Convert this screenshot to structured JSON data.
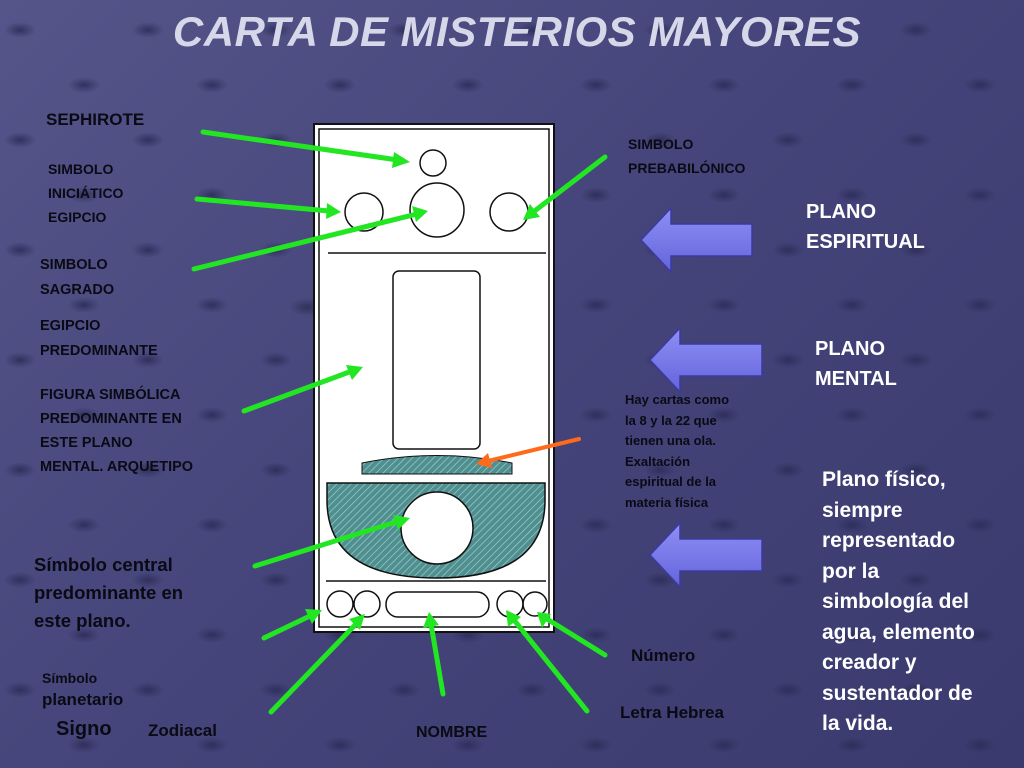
{
  "title": "CARTA DE MISTERIOS MAYORES",
  "labels": {
    "sephirote": "SEPHIROTE",
    "simbolo_iniciatico": "SIMBOLO\nINICIÁTICO\nEGIPCIO",
    "simbolo_sagrado": "SIMBOLO\nSAGRADO",
    "egipcio_predominante": "EGIPCIO\nPREDOMINANTE",
    "figura_simbolica": "FIGURA  SIMBÓLICA\nPREDOMINANTE  EN\nESTE  PLANO\nMENTAL. ARQUETIPO",
    "simbolo_central": "Símbolo central\npredominante en\neste plano.",
    "simbolo_planetario_small": "Símbolo",
    "simbolo_planetario_large": "planetario",
    "signo": "Signo",
    "zodiacal": "Zodiacal",
    "nombre": "NOMBRE",
    "letra_hebrea": "Letra Hebrea",
    "numero": "Número",
    "simbolo_prebabilonico": "SIMBOLO\nPREBABILÓNICO",
    "plano_espiritual": "PLANO\nESPIRITUAL",
    "plano_mental": "PLANO\nMENTAL",
    "hay_cartas": "Hay cartas como\nla 8 y la 22 que\ntienen una ola.\nExaltación\nespiritual de la\nmateria física",
    "plano_fisico": "Plano físico,\nsiempre\nrepresentado\npor la\nsimbología del\nagua, elemento\ncreador  y\nsustentador de\nla vida."
  },
  "colors": {
    "background": "#4a4a7e",
    "title": "#d6d8ea",
    "arrow_green": "#22e622",
    "arrow_orange": "#ff6a1a",
    "block_arrow": "#7d7df0",
    "water": "#4f8f8f",
    "card": "#ffffff"
  }
}
